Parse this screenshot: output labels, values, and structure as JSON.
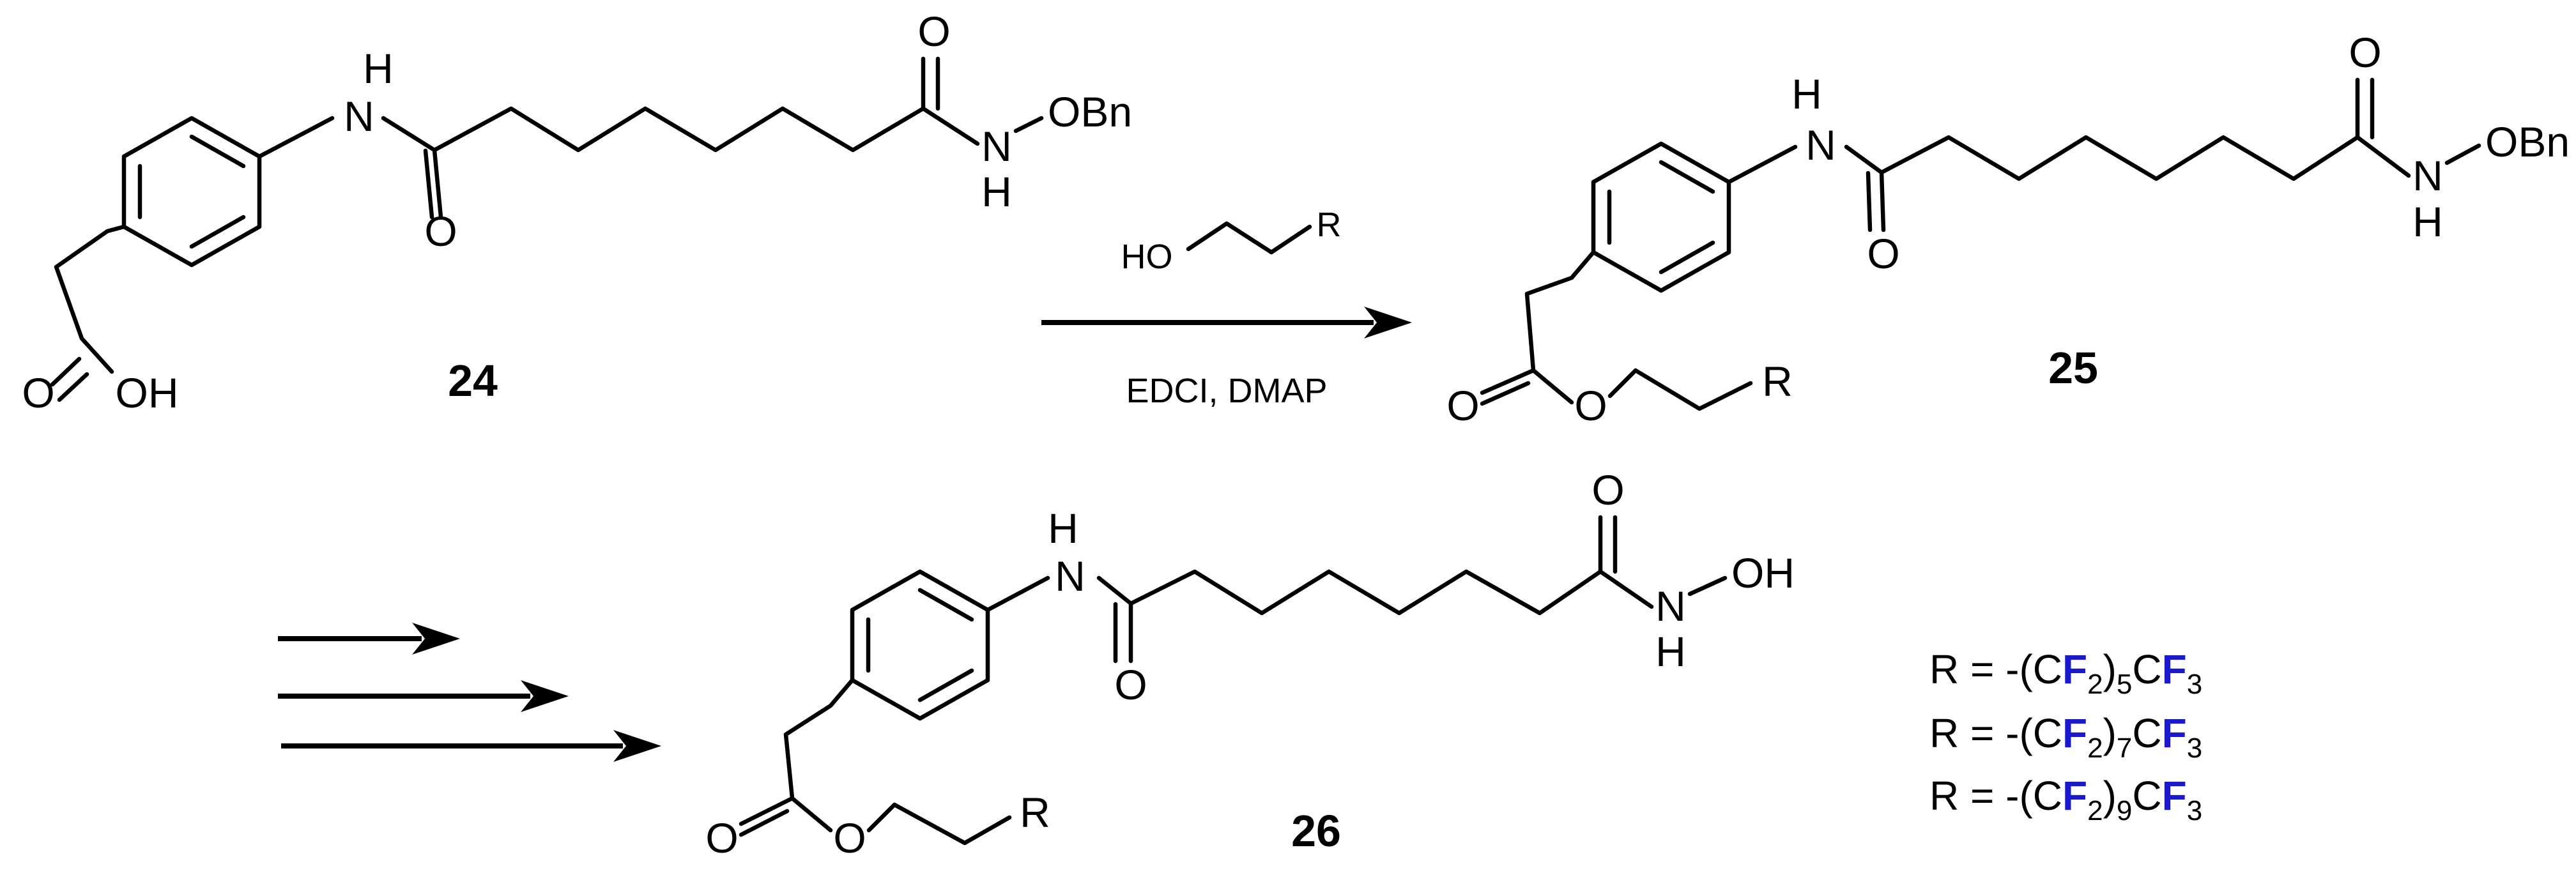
{
  "compounds": [
    {
      "number": "24",
      "acid_O": "O",
      "acid_OH": "OH",
      "amide_N": "N",
      "amide_H": "H",
      "amide_O": "O",
      "hyd_O": "O",
      "hyd_N": "N",
      "hyd_H": "H",
      "hyd_group": "OBn"
    },
    {
      "number": "25",
      "ester_O": "O",
      "ester_Oc": "O",
      "ester_R": "R",
      "amide_N": "N",
      "amide_H": "H",
      "amide_O": "O",
      "hyd_O": "O",
      "hyd_N": "N",
      "hyd_H": "H",
      "hyd_group": "OBn"
    },
    {
      "number": "26",
      "ester_O": "O",
      "ester_Oc": "O",
      "ester_R": "R",
      "amide_N": "N",
      "amide_H": "H",
      "amide_O": "O",
      "hyd_O": "O",
      "hyd_N": "N",
      "hyd_H": "H",
      "hyd_group": "OH"
    }
  ],
  "reagent": {
    "alcohol_HO": "HO",
    "alcohol_R": "R",
    "conditions": "EDCI, DMAP"
  },
  "r_definitions": [
    {
      "prefix": "R = -(C",
      "f1": "F",
      "s1": "2",
      "mid": ")",
      "n": "5",
      "c": "C",
      "f2": "F",
      "s2": "3"
    },
    {
      "prefix": "R = -(C",
      "f1": "F",
      "s1": "2",
      "mid": ")",
      "n": "7",
      "c": "C",
      "f2": "F",
      "s2": "3"
    },
    {
      "prefix": "R = -(C",
      "f1": "F",
      "s1": "2",
      "mid": ")",
      "n": "9",
      "c": "C",
      "f2": "F",
      "s2": "3"
    }
  ],
  "colors": {
    "fluorine": "#1a1acc",
    "bonds": "#000000"
  }
}
